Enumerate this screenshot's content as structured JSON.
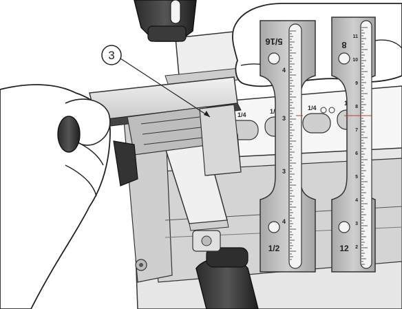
{
  "callout": {
    "number": "3"
  },
  "gauge_left": {
    "top_label": "5/16",
    "bottom_label": "1/2",
    "scale_numbers": [
      "4",
      "3",
      "3",
      "4"
    ]
  },
  "gauge_right": {
    "top_label": "8",
    "bottom_label": "12",
    "scale_numbers": [
      "11",
      "10",
      "9",
      "8",
      "7",
      "6",
      "5",
      "4",
      "3",
      "2"
    ]
  },
  "template": {
    "marks": [
      "1/4",
      "1/2",
      "1/4",
      "1/2"
    ]
  }
}
